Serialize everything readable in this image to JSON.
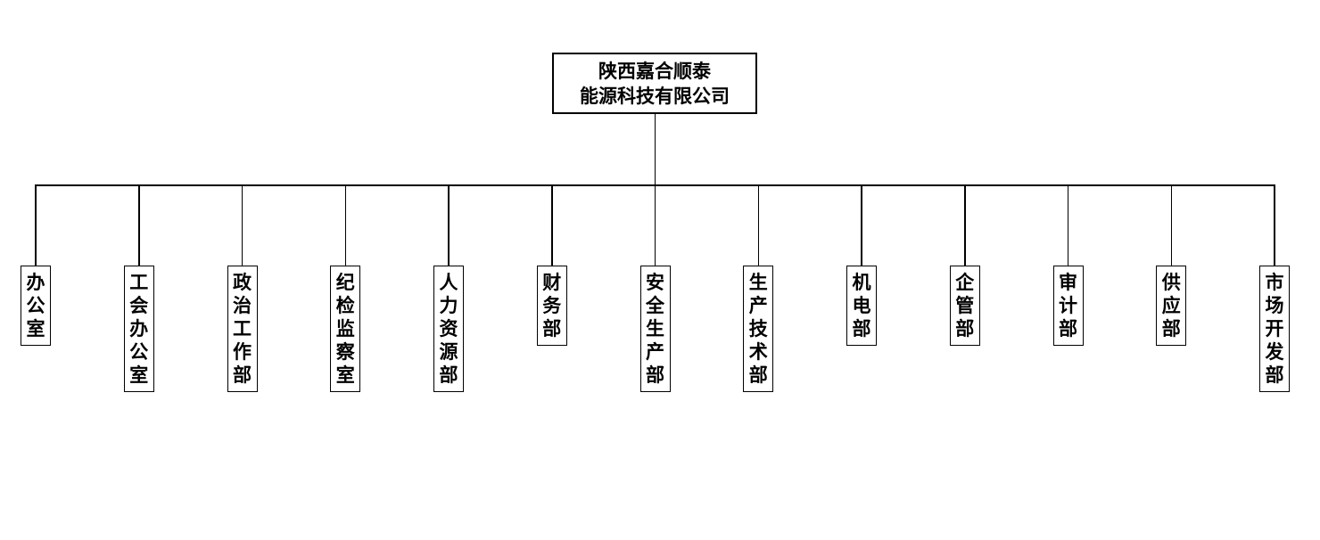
{
  "root": {
    "line1": "陕西嘉合顺泰",
    "line2": "能源科技有限公司"
  },
  "departments": [
    {
      "name": "办公室"
    },
    {
      "name": "工会办公室"
    },
    {
      "name": "政治工作部"
    },
    {
      "name": "纪检监察室"
    },
    {
      "name": "人力资源部"
    },
    {
      "name": "财务部"
    },
    {
      "name": "安全生产部"
    },
    {
      "name": "生产技术部"
    },
    {
      "name": "机电部"
    },
    {
      "name": "企管部"
    },
    {
      "name": "审计部"
    },
    {
      "name": "供应部"
    },
    {
      "name": "市场开发部"
    }
  ],
  "colors": {
    "line": "#000000",
    "text": "#000000",
    "background": "#ffffff"
  }
}
